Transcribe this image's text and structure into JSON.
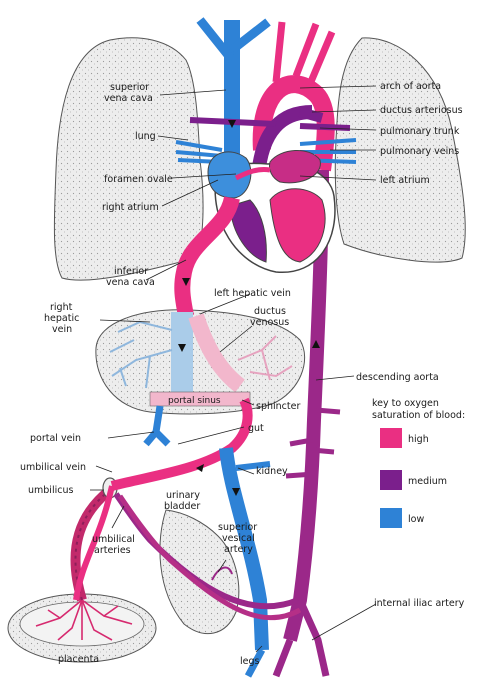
{
  "colors": {
    "high": "#ea2f82",
    "medium": "#7b1f8c",
    "low": "#2e82d6",
    "pale_pink": "#f2b7cc",
    "pale_blue": "#aacce9",
    "organ_fill": "#ececec",
    "organ_stroke": "#555555"
  },
  "labels": {
    "superior_vena_cava": [
      "superior",
      "vena cava"
    ],
    "arch_of_aorta": "arch of aorta",
    "ductus_arteriosus": "ductus arteriosus",
    "lung": "lung",
    "pulmonary_trunk": "pulmonary trunk",
    "pulmonary_veins": "pulmonary veins",
    "foramen_ovale": "foramen ovale",
    "left_atrium": "left atrium",
    "right_atrium": "right atrium",
    "inferior_vena_cava": [
      "inferior",
      "vena cava"
    ],
    "right_hepatic_vein": [
      "right",
      "hepatic",
      "vein"
    ],
    "left_hepatic_vein": "left hepatic vein",
    "ductus_venosus": [
      "ductus",
      "venosus"
    ],
    "descending_aorta": "descending aorta",
    "portal_sinus": "portal sinus",
    "sphincter": "sphincter",
    "gut": "gut",
    "portal_vein": "portal vein",
    "umbilical_vein": "umbilical vein",
    "kidney": "kidney",
    "umbilicus": "umbilicus",
    "urinary_bladder": [
      "urinary",
      "bladder"
    ],
    "superior_vesical_artery": [
      "superior",
      "vesical",
      "artery"
    ],
    "umbilical_arteries": [
      "umbilical",
      "arteries"
    ],
    "internal_iliac_artery": "internal iliac artery",
    "placenta": "placenta",
    "legs": "legs"
  },
  "key": {
    "title": [
      "key to oxygen",
      "saturation of blood:"
    ],
    "items": [
      {
        "label": "high",
        "color": "#ea2f82"
      },
      {
        "label": "medium",
        "color": "#7b1f8c"
      },
      {
        "label": "low",
        "color": "#2e82d6"
      }
    ]
  }
}
